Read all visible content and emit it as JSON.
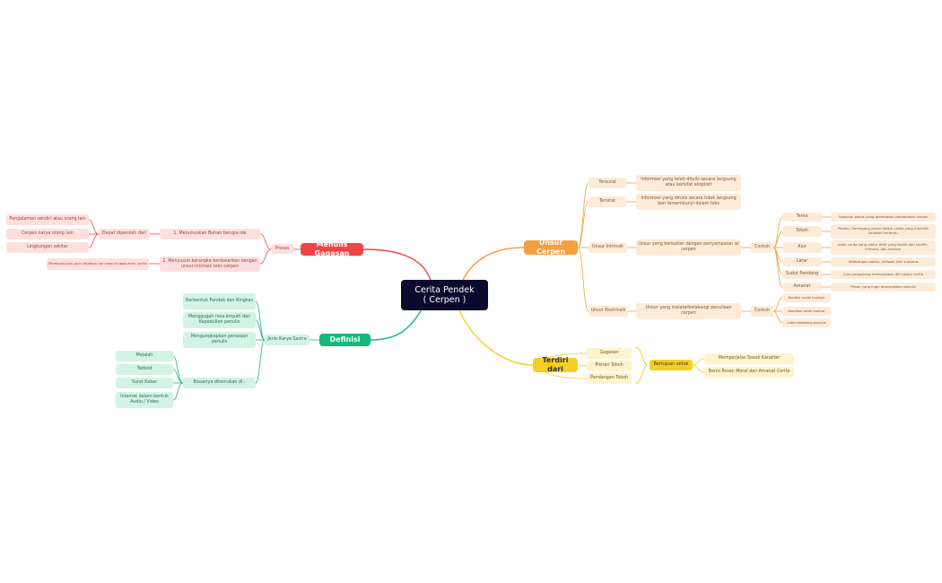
{
  "center": "Cerita Pendek\n( Cerpen )",
  "menulis": {
    "title": "Menulis Gagasan",
    "proses": "Proses",
    "step1": "1. Merumuskan Bahan berupa ide",
    "dapat": "Dapat diperoleh dari",
    "sources": [
      "Pengalaman sendiri atau orang lain",
      "Cerpen karya orang lain",
      "Lingkungan sekitar"
    ],
    "step2": "2. Menyusun kerangka berdasarkan dengan unsur intrinsik teks cerpen",
    "step2_note": "Membuat poin-poin kejadian dari awal hingga akhir cerita"
  },
  "definisi": {
    "title": "Definisi",
    "jenis": "Jenis Karya Sastra",
    "traits": [
      "Berbentuk Pendek dan Ringkas",
      "Menggugah rasa empati dan Kepedulian penulis",
      "Mengungkapkan perasaan penulis"
    ],
    "biasanya": "Biasanya ditemukan di :",
    "media": [
      "Majalah",
      "Tabloid",
      "Surat Kabar",
      "Internet dalam bentuk Audio / Video"
    ]
  },
  "unsur": {
    "title": "Unsur Cerpen",
    "tersurat": "Tersurat",
    "tersurat_desc": "Informasi yang telah ditulis secara langsung atau bersifat eksplisit",
    "tersirat": "Tersirat",
    "tersirat_desc": "Informasi yang ditulis secara tidak langsung dan tersembunyi dalam teks",
    "intrinsik": "Unsur Intrinsik",
    "intrinsik_desc": "Unsur yang berkaitan dengan penyampaian isi cerpen",
    "contoh": "Contoh",
    "intrinsik_items": [
      {
        "name": "Tema",
        "desc": "Gagasan pokok yang membasari pembuatan cerpen"
      },
      {
        "name": "Tokoh",
        "desc": "Pelaku / Pemegang peran dalam cerita yang memiliki karakter tertentu"
      },
      {
        "name": "Alur",
        "desc": "Jalan cerita yang diatur teliti yang terdiri dari konflik, klimaks, dan resolusi"
      },
      {
        "name": "Latar",
        "desc": "Keterangan waktu, tempat, dan suasana"
      },
      {
        "name": "Sudut Pandang",
        "desc": "Cara pengarang memosisikan diri dalam cerita"
      },
      {
        "name": "Amanat",
        "desc": "Pesan yang ingin disampaikan penulis"
      }
    ],
    "ekstrinsik": "Unsur Ekstrinsik",
    "ekstrinsik_desc": "Unsur yang melatarbelakangi penulisan cerpen",
    "contoh2": "Contoh",
    "ekstrinsik_items": [
      "Kondisi sosial budaya",
      "Keadaan alam sekitar",
      "Latar belakang penulis"
    ]
  },
  "terdiri": {
    "title": "Terdiri dari",
    "parts": [
      "Gagasan",
      "Pikiran Tokoh",
      "Pandangan Tokoh"
    ],
    "bertujuan": "Bertujuan untuk",
    "goals": [
      "Memperjelas Sosok Karakter",
      "Berisi Pesan Moral dan Amanat Cerita"
    ]
  },
  "colors": {
    "red": "#ef4545",
    "green": "#14ba7d",
    "orange": "#f59f3e",
    "yellow": "#f4cf23",
    "center": "#0b0a2c"
  }
}
